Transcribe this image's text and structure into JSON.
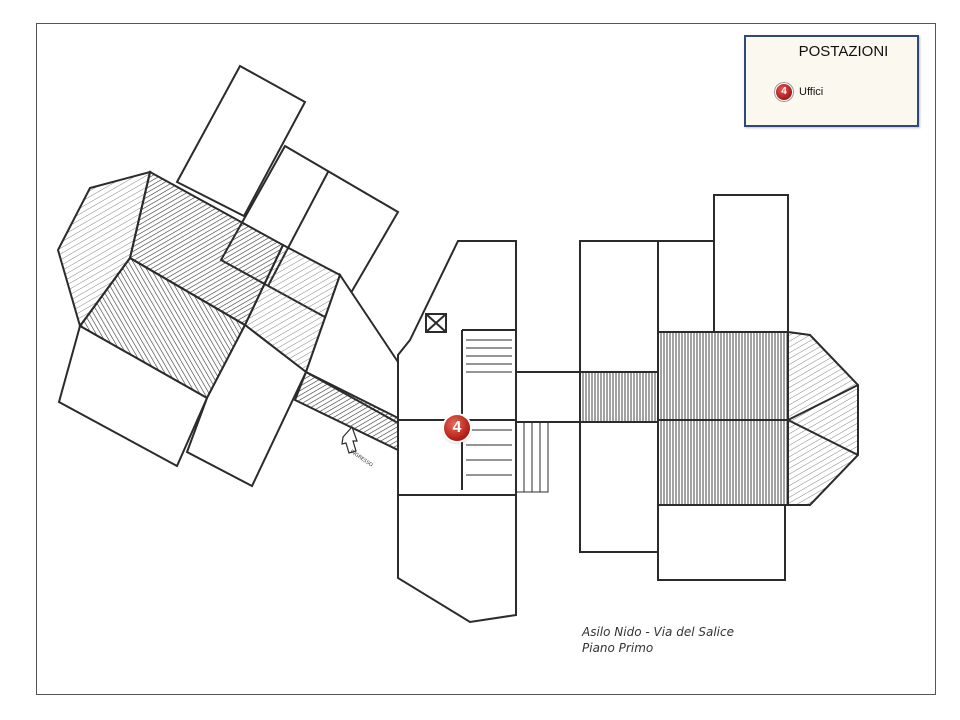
{
  "legend": {
    "title": "POSTAZIONI",
    "items": [
      {
        "number": "4",
        "label": "Uffici"
      }
    ]
  },
  "map_markers": [
    {
      "number": "4",
      "category": "Uffici"
    }
  ],
  "caption": {
    "line1": "Asilo Nido - Via del Salice",
    "line2": "Piano Primo"
  },
  "entrance_label": "INGRESSO",
  "colors": {
    "marker": "#b01a12",
    "legend_border": "#2f4a76",
    "plan_lines": "#2b2b2b",
    "legend_background": "#fbf8ef"
  }
}
